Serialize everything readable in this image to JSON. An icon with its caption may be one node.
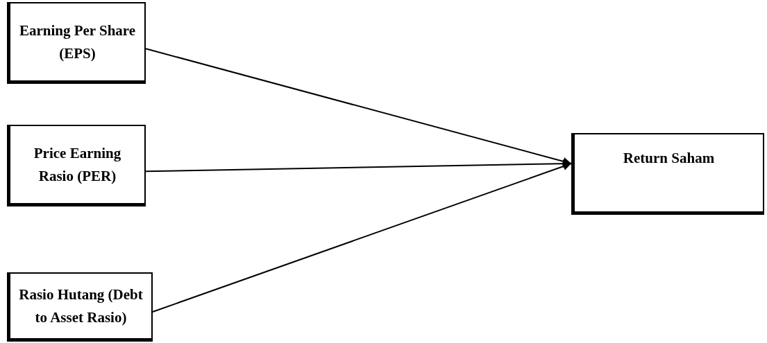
{
  "diagram": {
    "nodes": [
      {
        "text": [
          "Earning Per Share (EPS)"
        ]
      },
      {
        "text": [
          "Price Earning Rasio (PER)"
        ]
      },
      {
        "text": [
          "Rasio Hutang (Debt to Asset Rasio)"
        ]
      },
      {
        "text": [
          "Return Saham"
        ]
      }
    ],
    "edges": [
      {
        "from": 0,
        "to": 3,
        "arrow": "to"
      },
      {
        "from": 1,
        "to": 3,
        "arrow": "to"
      },
      {
        "from": 2,
        "to": 3,
        "arrow": "to"
      }
    ]
  }
}
